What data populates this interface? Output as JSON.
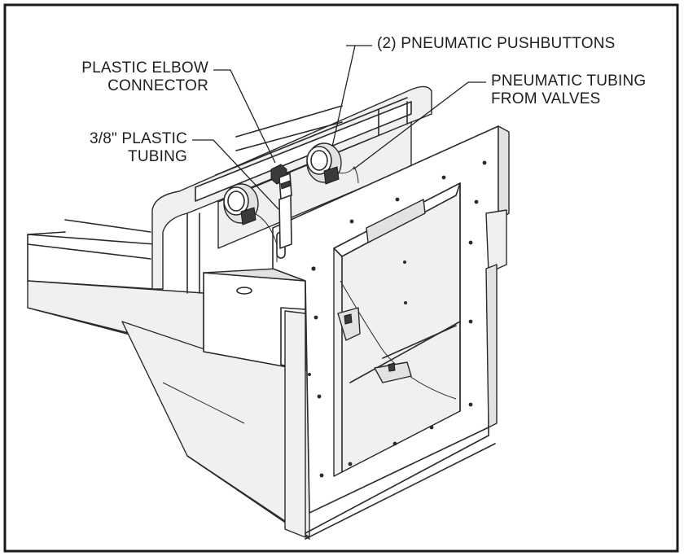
{
  "callouts": {
    "elbow_line1": "PLASTIC ELBOW",
    "elbow_line2": "CONNECTOR",
    "pushbuttons": "(2) PNEUMATIC PUSHBUTTONS",
    "tubing_valves_line1": "PNEUMATIC TUBING",
    "tubing_valves_line2": "FROM VALVES",
    "plastic_tubing_line1": "3/8\" PLASTIC",
    "plastic_tubing_line2": "TUBING"
  },
  "colors": {
    "ink": "#2a2a2a",
    "frame": "#1a1a1a",
    "background": "#ffffff"
  }
}
